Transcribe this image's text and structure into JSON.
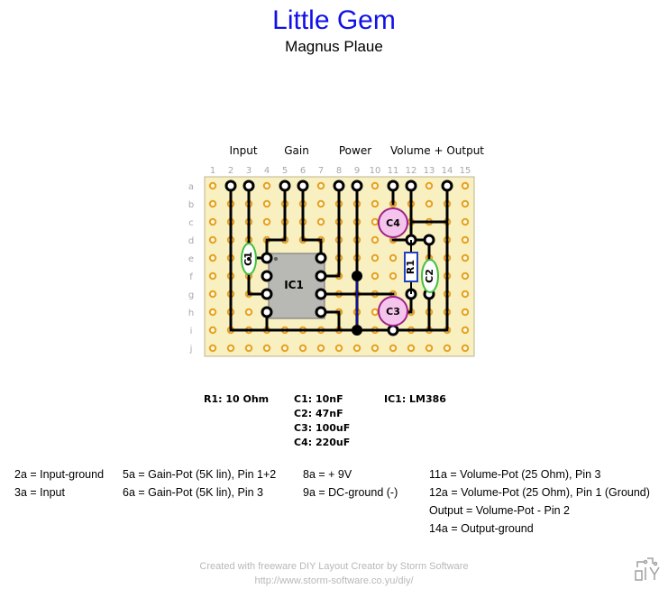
{
  "header": {
    "title": "Little Gem",
    "subtitle": "Magnus Plaue"
  },
  "board": {
    "column_numbers": [
      "1",
      "2",
      "3",
      "4",
      "5",
      "6",
      "7",
      "8",
      "9",
      "10",
      "11",
      "12",
      "13",
      "14",
      "15"
    ],
    "row_letters": [
      "a",
      "b",
      "c",
      "d",
      "e",
      "f",
      "g",
      "h",
      "i",
      "j"
    ],
    "section_labels": [
      "Input",
      "Gain",
      "Power",
      "Volume + Output"
    ]
  },
  "components": {
    "ic1": "IC1",
    "c1": "C1",
    "c2": "C2",
    "c3": "C3",
    "c4": "C4",
    "r1": "R1"
  },
  "parts_list": {
    "resistors": [
      "R1: 10 Ohm"
    ],
    "capacitors": [
      "C1: 10nF",
      "C2: 47nF",
      "C3: 100uF",
      "C4: 220uF"
    ],
    "ics": [
      "IC1: LM386"
    ]
  },
  "notes": {
    "col1": [
      "2a = Input-ground",
      "3a = Input"
    ],
    "col2": [
      "5a = Gain-Pot (5K lin), Pin 1+2",
      "6a = Gain-Pot (5K lin), Pin 3"
    ],
    "col3": [
      "8a = + 9V",
      "9a = DC-ground (-)"
    ],
    "col4": [
      "11a = Volume-Pot (25 Ohm), Pin 3",
      "12a = Volume-Pot (25 Ohm), Pin 1 (Ground)",
      "Output = Volume-Pot - Pin 2",
      "14a = Output-ground"
    ]
  },
  "footer": {
    "line1": "Created with freeware DIY Layout Creator by Storm Software",
    "line2": "http://www.storm-software.co.yu/diy/"
  },
  "colors": {
    "title": "#1010e8",
    "board": "#f8f0c0",
    "pad": "#e8a020",
    "electrolytic_outline": "#a0208c",
    "ceramic_outline": "#40c040",
    "resistor_outline": "#2040c0",
    "jumper": "#1010a0"
  }
}
